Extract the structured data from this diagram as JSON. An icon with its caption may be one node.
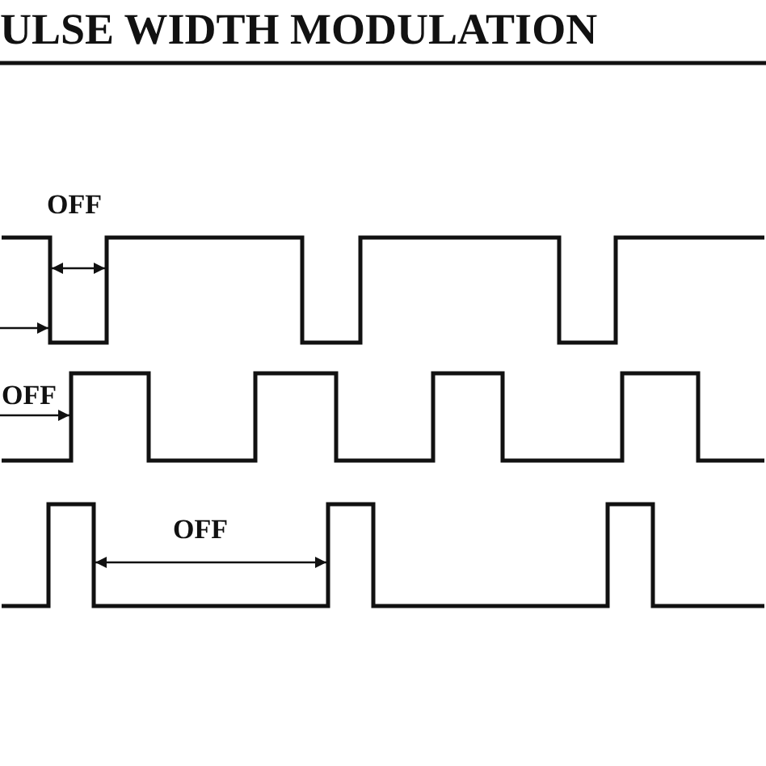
{
  "diagram": {
    "title": "ULSE WIDTH MODULATION",
    "labels": [
      "OFF",
      "OFF",
      "OFF"
    ]
  }
}
